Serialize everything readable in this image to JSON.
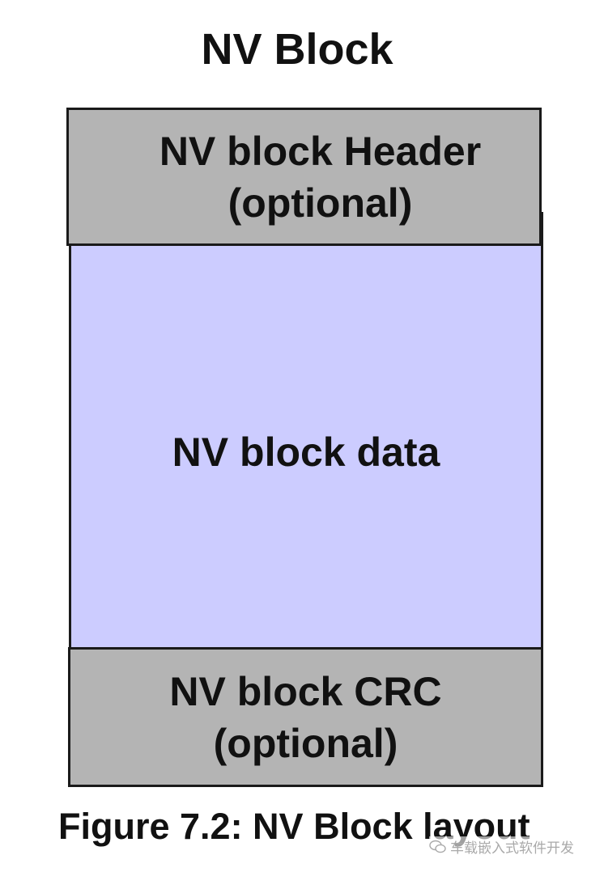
{
  "title": "NV Block",
  "blocks": {
    "header": {
      "line1": "NV block Header",
      "line2": "(optional)"
    },
    "data": {
      "label": "NV block data"
    },
    "crc": {
      "line1": "NV block CRC",
      "line2": "(optional)"
    }
  },
  "caption": "Figure 7.2: NV Block layout",
  "watermark": {
    "text": "车载嵌入式软件开发",
    "icon": "wechat-icon"
  },
  "colors": {
    "header_fill": "#b4b4b4",
    "data_fill": "#ccccff",
    "crc_fill": "#b4b4b4",
    "border": "#1a1a1a"
  }
}
